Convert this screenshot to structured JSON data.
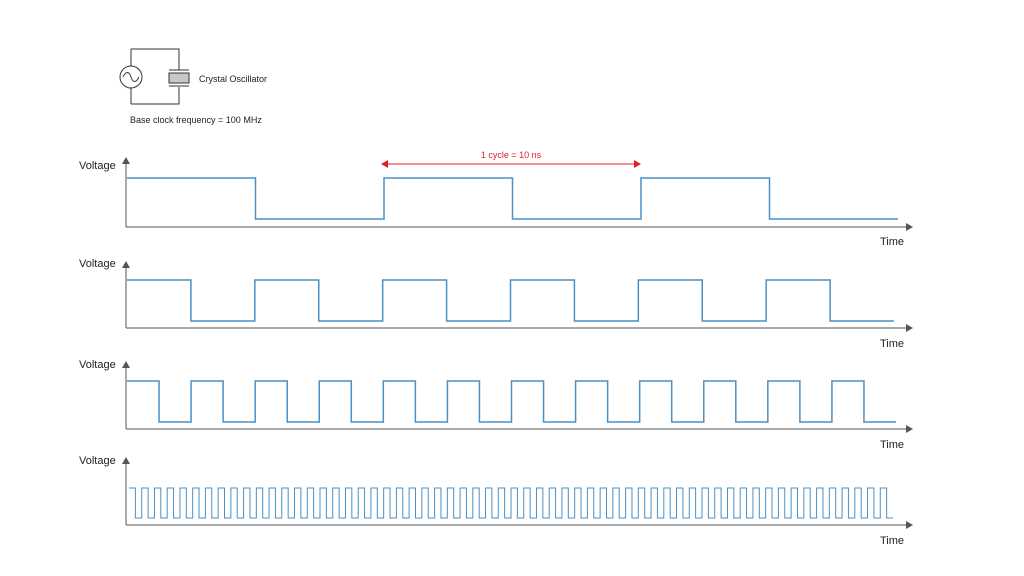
{
  "oscillator": {
    "label": "Crystal Oscillator",
    "base_clock_text": "Base clock frequency = 100 MHz"
  },
  "cycle_annotation": {
    "text": "1 cycle = 10 ns",
    "color": "#e02020"
  },
  "colors": {
    "signal": "#4a90c4",
    "axis": "#555555",
    "circuit": "#333333"
  },
  "waveforms": [
    {
      "y_label": "Voltage",
      "x_label": "Time",
      "half_period_count": 6
    },
    {
      "y_label": "Voltage",
      "x_label": "Time",
      "half_period_count": 12
    },
    {
      "y_label": "Voltage",
      "x_label": "Time",
      "half_period_count": 24
    },
    {
      "y_label": "Voltage",
      "x_label": "Time",
      "half_period_count": 120
    }
  ]
}
